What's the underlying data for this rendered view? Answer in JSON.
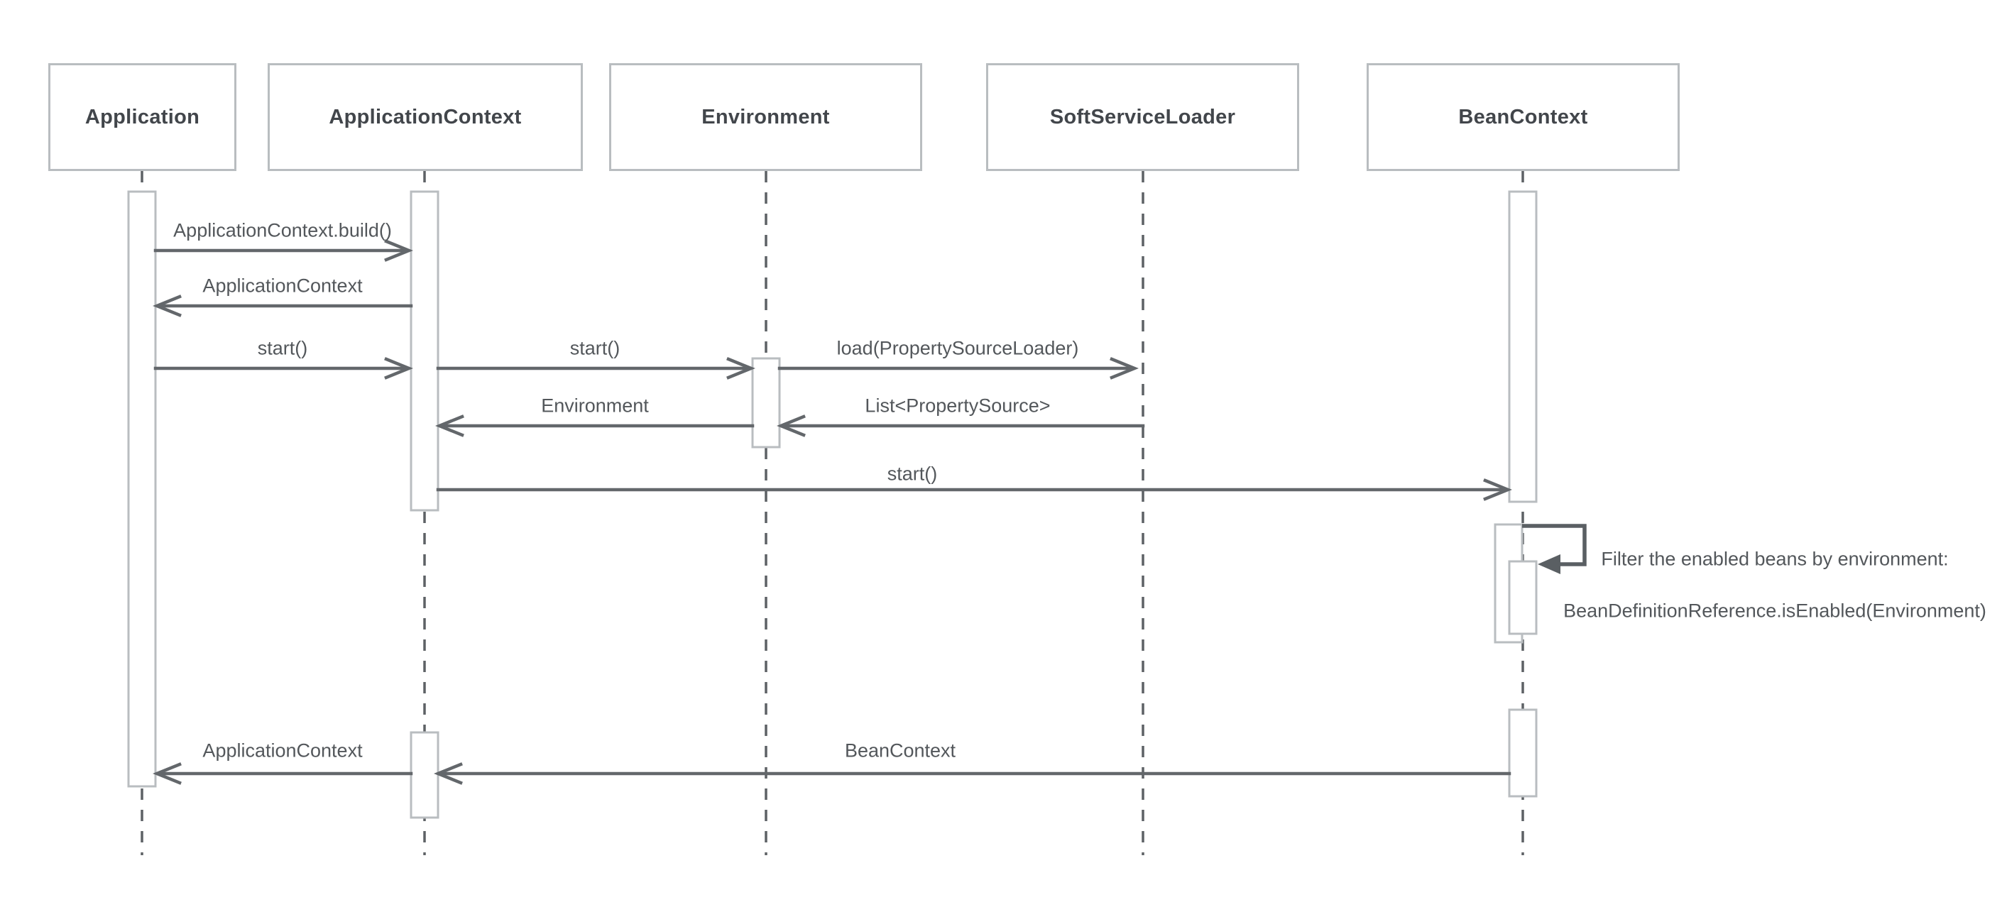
{
  "diagram": {
    "type": "uml-sequence-diagram",
    "participants": [
      {
        "name": "Application"
      },
      {
        "name": "ApplicationContext"
      },
      {
        "name": "Environment"
      },
      {
        "name": "SoftServiceLoader"
      },
      {
        "name": "BeanContext"
      }
    ],
    "messages": [
      {
        "label": "ApplicationContext.build()",
        "from": "Application",
        "to": "ApplicationContext",
        "direction": "right"
      },
      {
        "label": "ApplicationContext",
        "from": "ApplicationContext",
        "to": "Application",
        "direction": "left"
      },
      {
        "label": "start()",
        "from": "Application",
        "to": "ApplicationContext",
        "direction": "right"
      },
      {
        "label": "start()",
        "from": "ApplicationContext",
        "to": "Environment",
        "direction": "right"
      },
      {
        "label": "load(PropertySourceLoader)",
        "from": "Environment",
        "to": "SoftServiceLoader",
        "direction": "right"
      },
      {
        "label": "Environment",
        "from": "Environment",
        "to": "ApplicationContext",
        "direction": "left"
      },
      {
        "label": "List<PropertySource>",
        "from": "SoftServiceLoader",
        "to": "Environment",
        "direction": "left"
      },
      {
        "label": "start()",
        "from": "ApplicationContext",
        "to": "BeanContext",
        "direction": "right"
      },
      {
        "label": "BeanContext",
        "from": "BeanContext",
        "to": "ApplicationContext",
        "direction": "left"
      },
      {
        "label": "ApplicationContext",
        "from": "ApplicationContext",
        "to": "Application",
        "direction": "left"
      }
    ],
    "self_call": {
      "participant": "BeanContext",
      "note_line1": "Filter the enabled beans by environment:",
      "note_line2": "BeanDefinitionReference.isEnabled(Environment)"
    },
    "colors": {
      "background": "#ffffff",
      "box_border": "#b9bdc0",
      "box_fill": "#ffffff",
      "title_text": "#42464b",
      "label_text": "#53575b",
      "arrow": "#63676b",
      "self_loop": "#5a5f63",
      "lifeline": "#5d6165"
    }
  }
}
